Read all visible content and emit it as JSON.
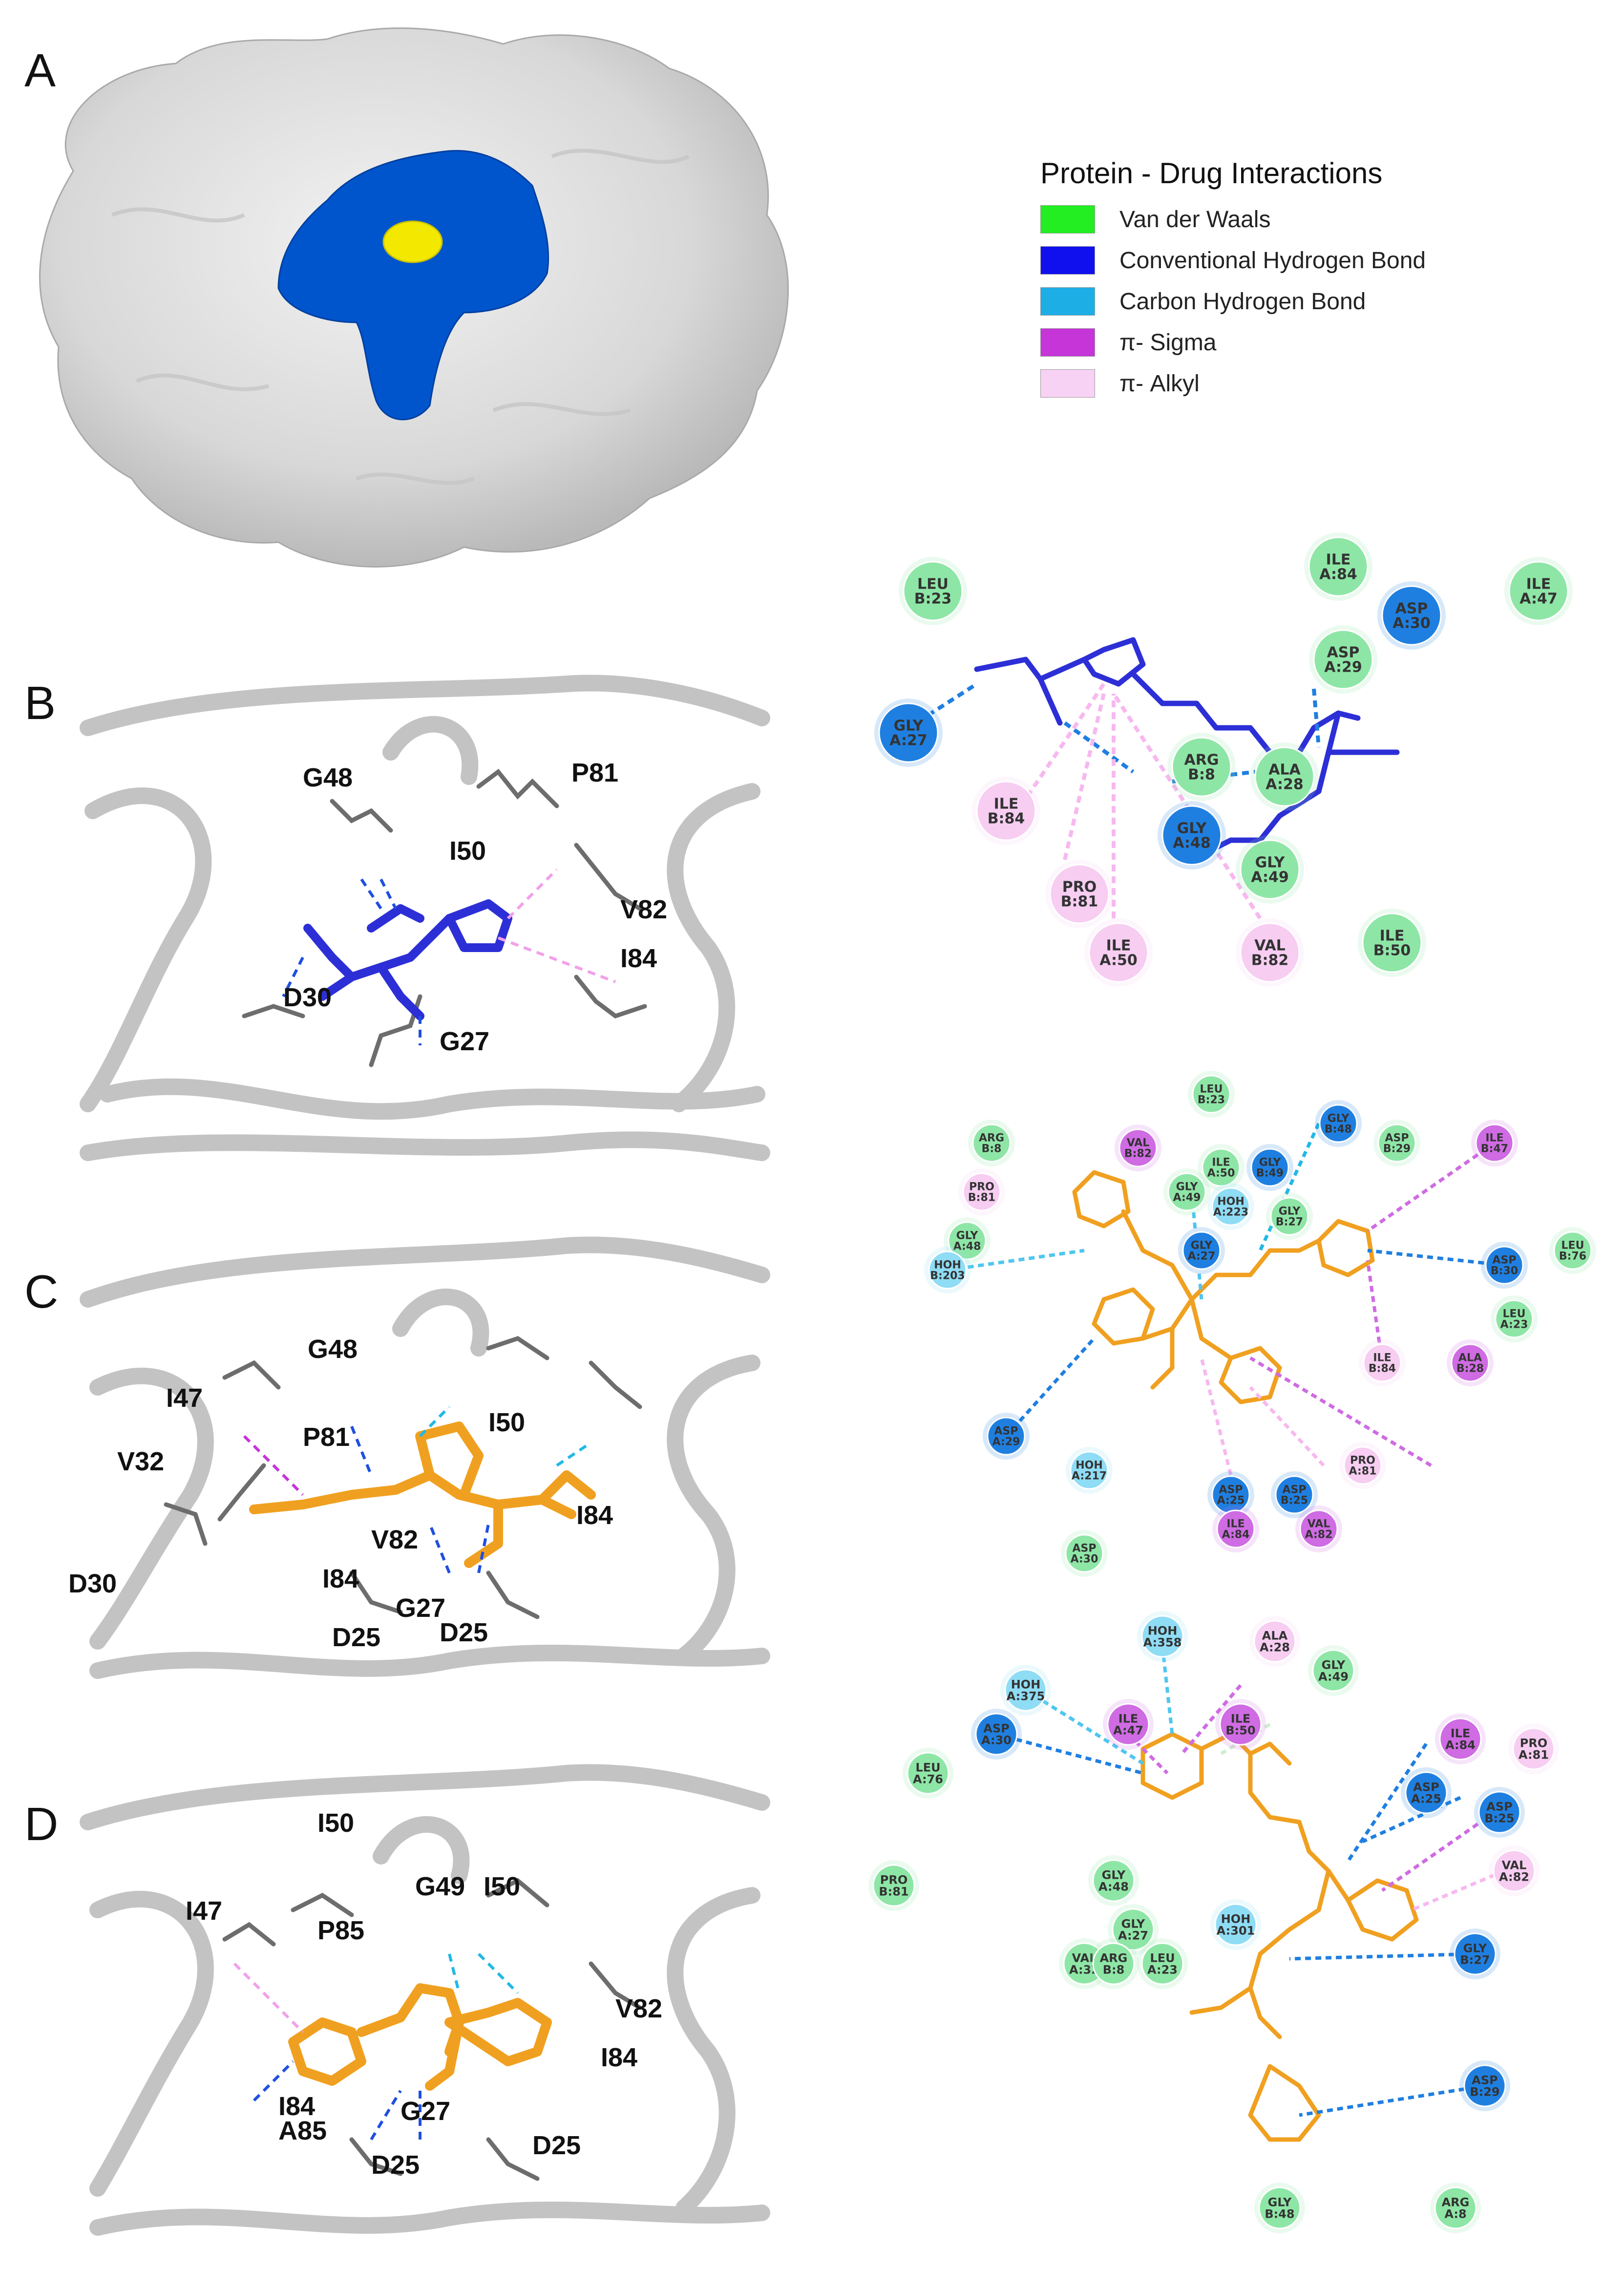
{
  "panels": [
    "A",
    "B",
    "C",
    "D"
  ],
  "legend": {
    "title": "Protein - Drug Interactions",
    "items": [
      {
        "label": "Van der Waals",
        "color": "#22ee22"
      },
      {
        "label": "Conventional  Hydrogen Bond",
        "color": "#1010ee"
      },
      {
        "label": "Carbon Hydrogen Bond",
        "color": "#1eaee6"
      },
      {
        "label": "π- Sigma",
        "color": "#c535d8"
      },
      {
        "label": "π- Alkyl",
        "color": "#f7d2f4"
      }
    ]
  },
  "colors": {
    "vdw": "#8ee6a6",
    "hbond": "#1f7fe0",
    "chbond": "#8fdcf5",
    "pisigma": "#cf6be3",
    "pialkyl": "#f7cdf2",
    "ligand_blue": "#2d2fd6",
    "ligand_orange": "#f0a020",
    "pocket_blue": "#0055cc",
    "ligand_yellow": "#f2e800"
  },
  "view_labels": {
    "B": [
      "G48",
      "P81",
      "I50",
      "V82",
      "I84",
      "D30",
      "G27"
    ],
    "C": [
      "G48",
      "I47",
      "P81",
      "I50",
      "V32",
      "I84",
      "D30",
      "V82",
      "I84",
      "G27",
      "D25",
      "D25"
    ],
    "D": [
      "I50",
      "G49",
      "I50",
      "I47",
      "P85",
      "V82",
      "I84",
      "I84",
      "A85",
      "G27",
      "D25",
      "D25"
    ]
  },
  "diagrams": {
    "B": [
      {
        "l1": "LEU",
        "l2": "B:23",
        "t": "vdw"
      },
      {
        "l1": "ILE",
        "l2": "A:84",
        "t": "vdw"
      },
      {
        "l1": "ILE",
        "l2": "A:47",
        "t": "vdw"
      },
      {
        "l1": "ASP",
        "l2": "A:30",
        "t": "hbond"
      },
      {
        "l1": "ASP",
        "l2": "A:29",
        "t": "vdw"
      },
      {
        "l1": "GLY",
        "l2": "A:27",
        "t": "hbond"
      },
      {
        "l1": "ARG",
        "l2": "B:8",
        "t": "vdw"
      },
      {
        "l1": "ALA",
        "l2": "A:28",
        "t": "vdw"
      },
      {
        "l1": "ILE",
        "l2": "B:84",
        "t": "pialkyl"
      },
      {
        "l1": "GLY",
        "l2": "A:48",
        "t": "hbond"
      },
      {
        "l1": "GLY",
        "l2": "A:49",
        "t": "vdw"
      },
      {
        "l1": "PRO",
        "l2": "B:81",
        "t": "pialkyl"
      },
      {
        "l1": "ILE",
        "l2": "A:50",
        "t": "pialkyl"
      },
      {
        "l1": "VAL",
        "l2": "B:82",
        "t": "pialkyl"
      },
      {
        "l1": "ILE",
        "l2": "B:50",
        "t": "vdw"
      }
    ],
    "C": [
      {
        "l1": "LEU",
        "l2": "B:23",
        "t": "vdw"
      },
      {
        "l1": "ARG",
        "l2": "B:8",
        "t": "vdw"
      },
      {
        "l1": "VAL",
        "l2": "B:82",
        "t": "pisigma"
      },
      {
        "l1": "ILE",
        "l2": "A:50",
        "t": "vdw"
      },
      {
        "l1": "GLY",
        "l2": "B:49",
        "t": "hbond"
      },
      {
        "l1": "GLY",
        "l2": "B:48",
        "t": "hbond"
      },
      {
        "l1": "ASP",
        "l2": "B:29",
        "t": "vdw"
      },
      {
        "l1": "ILE",
        "l2": "B:47",
        "t": "pisigma"
      },
      {
        "l1": "PRO",
        "l2": "B:81",
        "t": "pialkyl"
      },
      {
        "l1": "GLY",
        "l2": "A:49",
        "t": "vdw"
      },
      {
        "l1": "HOH",
        "l2": "A:223",
        "t": "chbond"
      },
      {
        "l1": "GLY",
        "l2": "B:27",
        "t": "vdw"
      },
      {
        "l1": "GLY",
        "l2": "A:48",
        "t": "vdw"
      },
      {
        "l1": "GLY",
        "l2": "A:27",
        "t": "hbond"
      },
      {
        "l1": "LEU",
        "l2": "B:76",
        "t": "vdw"
      },
      {
        "l1": "HOH",
        "l2": "B:203",
        "t": "chbond"
      },
      {
        "l1": "ASP",
        "l2": "B:30",
        "t": "hbond"
      },
      {
        "l1": "LEU",
        "l2": "A:23",
        "t": "vdw"
      },
      {
        "l1": "ALA",
        "l2": "B:28",
        "t": "pisigma"
      },
      {
        "l1": "ASP",
        "l2": "A:29",
        "t": "hbond"
      },
      {
        "l1": "ILE",
        "l2": "B:84",
        "t": "pialkyl"
      },
      {
        "l1": "HOH",
        "l2": "A:217",
        "t": "chbond"
      },
      {
        "l1": "ASP",
        "l2": "A:25",
        "t": "hbond"
      },
      {
        "l1": "ASP",
        "l2": "B:25",
        "t": "hbond"
      },
      {
        "l1": "PRO",
        "l2": "A:81",
        "t": "pialkyl"
      },
      {
        "l1": "ASP",
        "l2": "A:30",
        "t": "vdw"
      },
      {
        "l1": "ILE",
        "l2": "A:84",
        "t": "pisigma"
      },
      {
        "l1": "VAL",
        "l2": "A:82",
        "t": "pisigma"
      }
    ],
    "D": [
      {
        "l1": "HOH",
        "l2": "A:358",
        "t": "chbond"
      },
      {
        "l1": "ALA",
        "l2": "A:28",
        "t": "pialkyl"
      },
      {
        "l1": "HOH",
        "l2": "A:375",
        "t": "chbond"
      },
      {
        "l1": "GLY",
        "l2": "A:49",
        "t": "vdw"
      },
      {
        "l1": "ILE",
        "l2": "A:47",
        "t": "pisigma"
      },
      {
        "l1": "ILE",
        "l2": "B:50",
        "t": "pisigma"
      },
      {
        "l1": "ILE",
        "l2": "A:84",
        "t": "pisigma"
      },
      {
        "l1": "PRO",
        "l2": "A:81",
        "t": "pialkyl"
      },
      {
        "l1": "ASP",
        "l2": "A:30",
        "t": "hbond"
      },
      {
        "l1": "LEU",
        "l2": "A:76",
        "t": "vdw"
      },
      {
        "l1": "ASP",
        "l2": "A:25",
        "t": "hbond"
      },
      {
        "l1": "ASP",
        "l2": "B:25",
        "t": "hbond"
      },
      {
        "l1": "VAL",
        "l2": "A:82",
        "t": "pialkyl"
      },
      {
        "l1": "PRO",
        "l2": "B:81",
        "t": "vdw"
      },
      {
        "l1": "GLY",
        "l2": "A:48",
        "t": "vdw"
      },
      {
        "l1": "HOH",
        "l2": "A:301",
        "t": "chbond"
      },
      {
        "l1": "GLY",
        "l2": "A:27",
        "t": "vdw"
      },
      {
        "l1": "VAL",
        "l2": "A:32",
        "t": "vdw"
      },
      {
        "l1": "ARG",
        "l2": "B:8",
        "t": "vdw"
      },
      {
        "l1": "LEU",
        "l2": "A:23",
        "t": "vdw"
      },
      {
        "l1": "GLY",
        "l2": "B:27",
        "t": "hbond"
      },
      {
        "l1": "ASP",
        "l2": "B:29",
        "t": "hbond"
      },
      {
        "l1": "GLY",
        "l2": "B:48",
        "t": "vdw"
      },
      {
        "l1": "ARG",
        "l2": "A:8",
        "t": "vdw"
      }
    ]
  }
}
